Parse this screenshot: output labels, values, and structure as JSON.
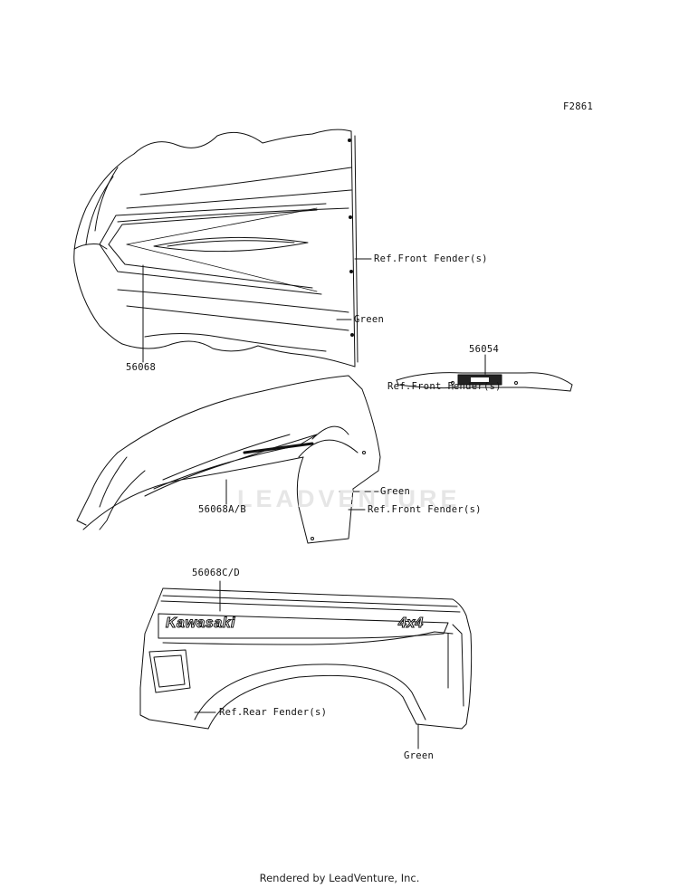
{
  "figure_code": "F2861",
  "watermark": "LEADVENTURE",
  "footer": "Rendered by LeadVenture, Inc.",
  "callouts": {
    "hood_part": "56068",
    "hood_ref": "Ref.Front Fender(s)",
    "hood_color": "Green",
    "strip_part": "56054",
    "strip_ref": "Ref.Front Fender(s)",
    "front_fender_part": "56068A/B",
    "front_fender_color": "Green",
    "front_fender_ref": "Ref.Front Fender(s)",
    "rear_fender_part": "56068C/D",
    "rear_fender_ref": "Ref.Rear Fender(s)",
    "rear_fender_color": "Green"
  },
  "decals": {
    "brand": "Kawasaki",
    "badge": "4x4"
  }
}
